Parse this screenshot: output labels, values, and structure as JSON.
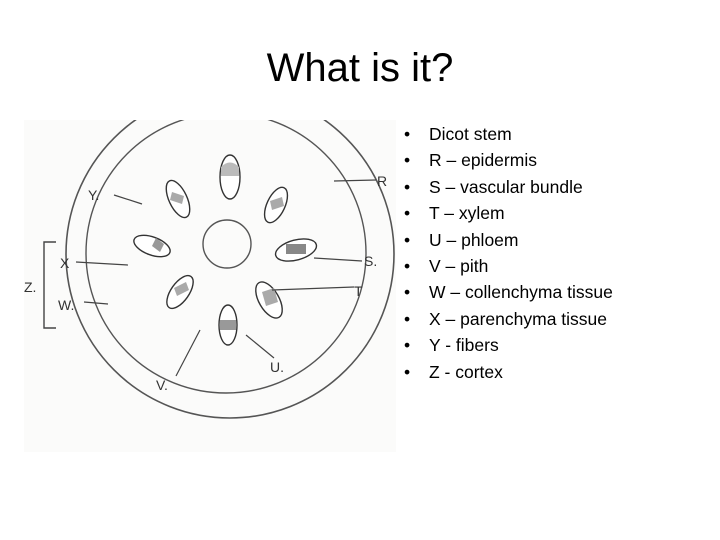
{
  "slide": {
    "title": "What is it?"
  },
  "bullet_char": "•",
  "bullets": [
    "Dicot stem",
    "R – epidermis",
    "S – vascular bundle",
    "T – xylem",
    "U – phloem",
    "V – pith",
    "W – collenchyma tissue",
    "X – parenchyma tissue",
    "Y - fibers",
    "Z - cortex"
  ],
  "diagram": {
    "labels": {
      "Y": "Y.",
      "R": "R",
      "X": "X",
      "S": "S.",
      "Z": "Z.",
      "W": "W.",
      "T": "T",
      "V": "V.",
      "U": "U."
    }
  }
}
